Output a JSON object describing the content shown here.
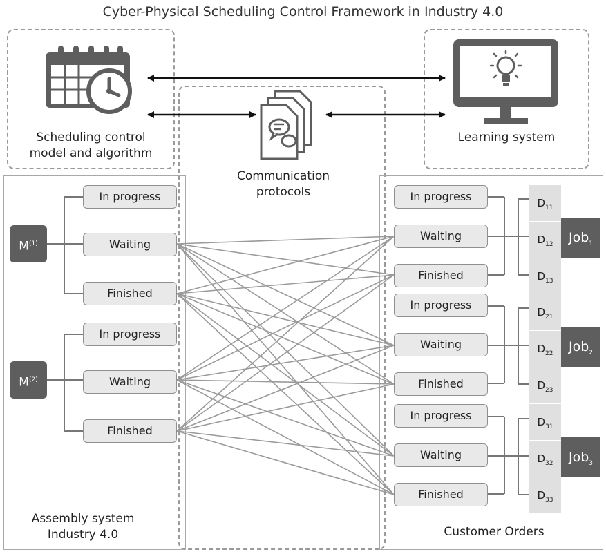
{
  "title": "Cyber-Physical Scheduling Control Framework in Industry 4.0",
  "scheduling_label_line1": "Scheduling control",
  "scheduling_label_line2": "model and algorithm",
  "learning_label": "Learning system",
  "communication_label_line1": "Communication",
  "communication_label_line2": "protocols",
  "assembly_label_line1": "Assembly system",
  "assembly_label_line2": "Industry 4.0",
  "customer_label": "Customer Orders",
  "status": {
    "in_progress": "In progress",
    "waiting": "Waiting",
    "finished": "Finished"
  },
  "machines": [
    {
      "base": "M",
      "sup": "(1)"
    },
    {
      "base": "M",
      "sup": "(2)"
    }
  ],
  "jobs": [
    {
      "base": "Job",
      "sub": "1",
      "d": [
        {
          "base": "D",
          "sub": "11"
        },
        {
          "base": "D",
          "sub": "12"
        },
        {
          "base": "D",
          "sub": "13"
        }
      ]
    },
    {
      "base": "Job",
      "sub": "2",
      "d": [
        {
          "base": "D",
          "sub": "21"
        },
        {
          "base": "D",
          "sub": "22"
        },
        {
          "base": "D",
          "sub": "23"
        }
      ]
    },
    {
      "base": "Job",
      "sub": "3",
      "d": [
        {
          "base": "D",
          "sub": "31"
        },
        {
          "base": "D",
          "sub": "32"
        },
        {
          "base": "D",
          "sub": "33"
        }
      ]
    }
  ],
  "colors": {
    "dark_box": "#5e5e5e",
    "status_fill": "#e9e9e9",
    "d_cell": "#e0e0e0",
    "line": "#9a9a9a"
  },
  "icons": [
    "calendar-clock-icon",
    "documents-chat-icon",
    "monitor-lightbulb-icon"
  ]
}
